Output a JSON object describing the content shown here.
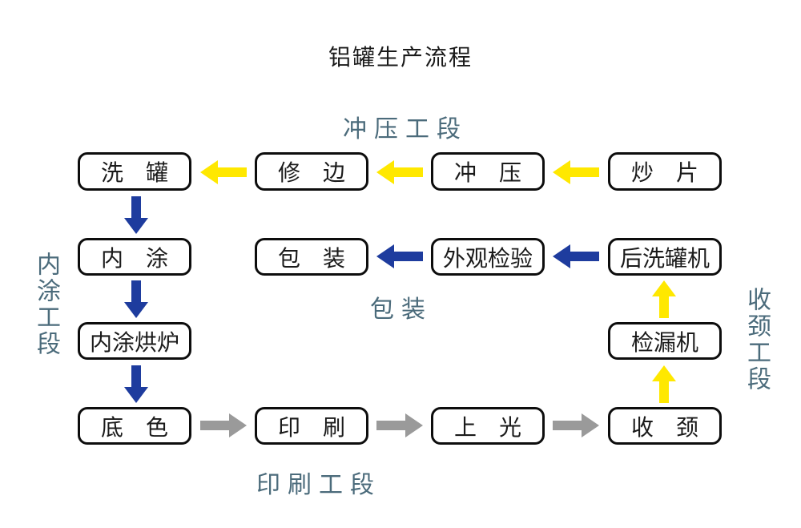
{
  "title": "铝罐生产流程",
  "labels": {
    "stamping_section": "冲压工段",
    "packaging_section": "包装",
    "printing_section": "印刷工段",
    "inner_coating_section": "内涂工段",
    "necking_section": "收颈工段"
  },
  "boxes": {
    "wash_can": "洗　罐",
    "trim": "修　边",
    "stamp": "冲　压",
    "sheet_fry": "炒　片",
    "inner_coat": "内　涂",
    "packaging": "包　装",
    "appearance_inspection": "外观检验",
    "post_wash_machine": "后洗罐机",
    "inner_coat_oven": "内涂烘炉",
    "leak_detector": "检漏机",
    "base_color": "底　色",
    "printing": "印　刷",
    "varnish": "上　光",
    "necking": "收　颈"
  },
  "colors": {
    "arrow_yellow": "#FFE800",
    "arrow_blue": "#1E3C9E",
    "arrow_gray": "#9A9A9A",
    "section_label": "#4B6B7B",
    "box_border": "#0D0D0D",
    "title_text": "#1A1A1A",
    "background": "#FFFFFF"
  }
}
